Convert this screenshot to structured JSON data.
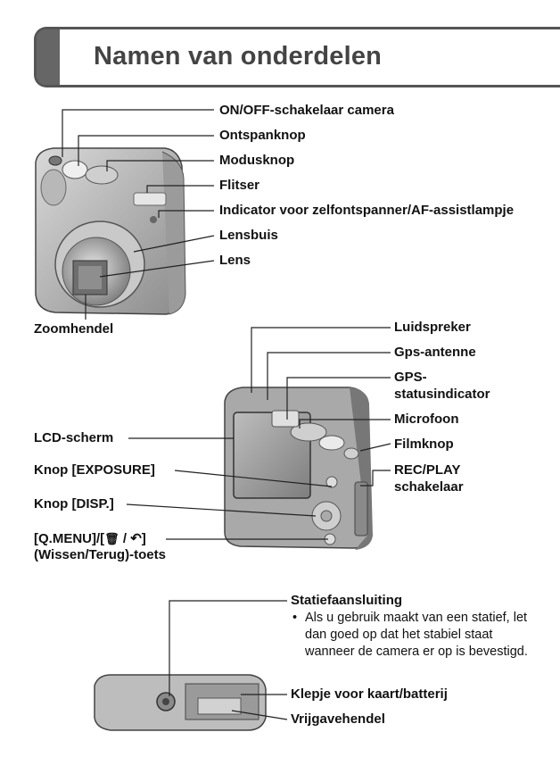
{
  "section_title": "Namen van onderdelen",
  "top_labels": {
    "onoff": "ON/OFF-schakelaar camera",
    "shutter": "Ontspanknop",
    "mode_dial": "Modusknop",
    "flash": "Flitser",
    "self_timer": "Indicator voor zelfontspanner/AF-assistlampje",
    "lens_barrel": "Lensbuis",
    "lens": "Lens",
    "zoom": "Zoomhendel"
  },
  "back_labels": {
    "speaker": "Luidspreker",
    "gps_antenna": "Gps-antenne",
    "gps_status_1": "GPS-",
    "gps_status_2": "statusindicator",
    "microphone": "Microfoon",
    "movie_button": "Filmknop",
    "rec_play_1": "REC/PLAY",
    "rec_play_2": "schakelaar",
    "lcd": "LCD-scherm",
    "exposure": "Knop [EXPOSURE]",
    "disp": "Knop [DISP.]",
    "qmenu_1": "[Q.MENU]/[",
    "qmenu_icon_trash": "🗑",
    "qmenu_sep": " / ",
    "qmenu_icon_back": "↶",
    "qmenu_end": "]",
    "qmenu_2": "(Wissen/Terug)-toets"
  },
  "bottom_labels": {
    "tripod": "Statiefaansluiting",
    "tripod_note_bullet": "•",
    "tripod_note": "Als u gebruik maakt van een statief, let dan goed op dat het stabiel staat wanneer de camera er op is bevestigd.",
    "card_door": "Klepje voor kaart/batterij",
    "release_lever": "Vrijgavehendel"
  }
}
